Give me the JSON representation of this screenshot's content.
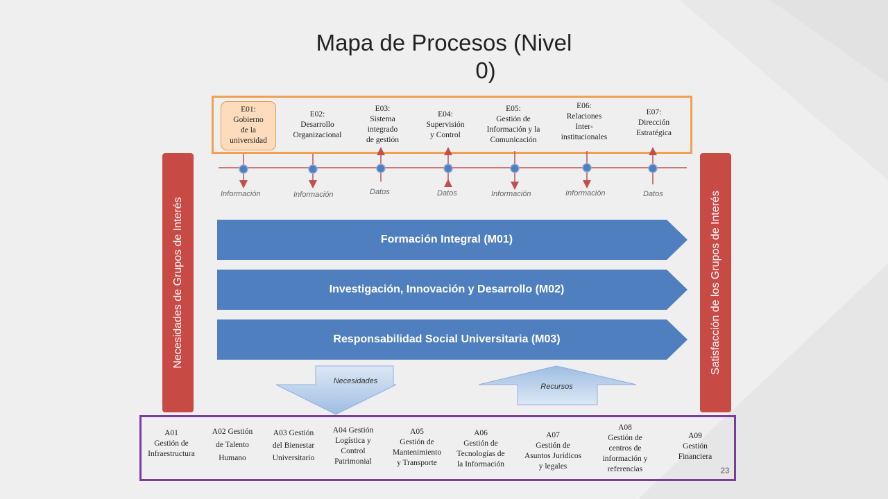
{
  "title_line1": "Mapa de Procesos (Nivel",
  "title_line2": "0)",
  "strategic": [
    {
      "code": "E01:",
      "lines": [
        "Gobierno",
        "de la",
        "universidad"
      ]
    },
    {
      "code": "E02:",
      "lines": [
        "Desarrollo",
        "Organizacional"
      ]
    },
    {
      "code": "E03:",
      "lines": [
        "Sistema",
        "integrado",
        "de gestión"
      ]
    },
    {
      "code": "E04:",
      "lines": [
        "Supervisión",
        "y Control"
      ]
    },
    {
      "code": "E05:",
      "lines": [
        "Gestión de",
        "Información y la",
        "Comunicación"
      ]
    },
    {
      "code": "E06:",
      "lines": [
        "Relaciones",
        "Inter-",
        "institucionales"
      ]
    },
    {
      "code": "E07:",
      "lines": [
        "Dirección",
        "Estratégica"
      ]
    }
  ],
  "flow_labels": [
    "Información",
    "Información",
    "Datos",
    "Datos",
    "Información",
    "Información",
    "Datos"
  ],
  "left_bar": "Necesidades de Grupos de Interés",
  "right_bar": "Satisfacción de los Grupos de Interés",
  "missional": [
    "Formación Integral (M01)",
    "Investigación, Innovación y Desarrollo (M02)",
    "Responsabilidad Social Universitaria (M03)"
  ],
  "needs_arrow": "Necesidades",
  "resources_arrow": "Recursos",
  "support": [
    {
      "lines": [
        "A01",
        "Gestión de",
        "Infraestructura"
      ]
    },
    {
      "lines": [
        "A02 Gestión",
        "de Talento",
        "Humano"
      ]
    },
    {
      "lines": [
        "A03 Gestión",
        "del Bienestar",
        "Universitario"
      ]
    },
    {
      "lines": [
        "A04 Gestión",
        "Logística y",
        "Control",
        "Patrimonial"
      ]
    },
    {
      "lines": [
        "A05",
        "Gestión de",
        "Mantenimiento",
        "y Transporte"
      ]
    },
    {
      "lines": [
        "A06",
        "Gestión de",
        "Tecnologías de",
        "la Información"
      ]
    },
    {
      "lines": [
        "A07",
        "Gestión de",
        "Asuntos Jurídicos",
        "y legales"
      ]
    },
    {
      "lines": [
        "A08",
        "Gestión de",
        "centros de",
        "información y",
        "referencias"
      ]
    },
    {
      "lines": [
        "A09",
        "Gestión",
        "Financiera"
      ]
    }
  ],
  "page_number": "23",
  "colors": {
    "strategic_border": "#f0a050",
    "support_border": "#7a3d9a",
    "side_bar": "#c84a45",
    "process_arrow": "#4f7fbf",
    "connector": "#c0504d"
  }
}
